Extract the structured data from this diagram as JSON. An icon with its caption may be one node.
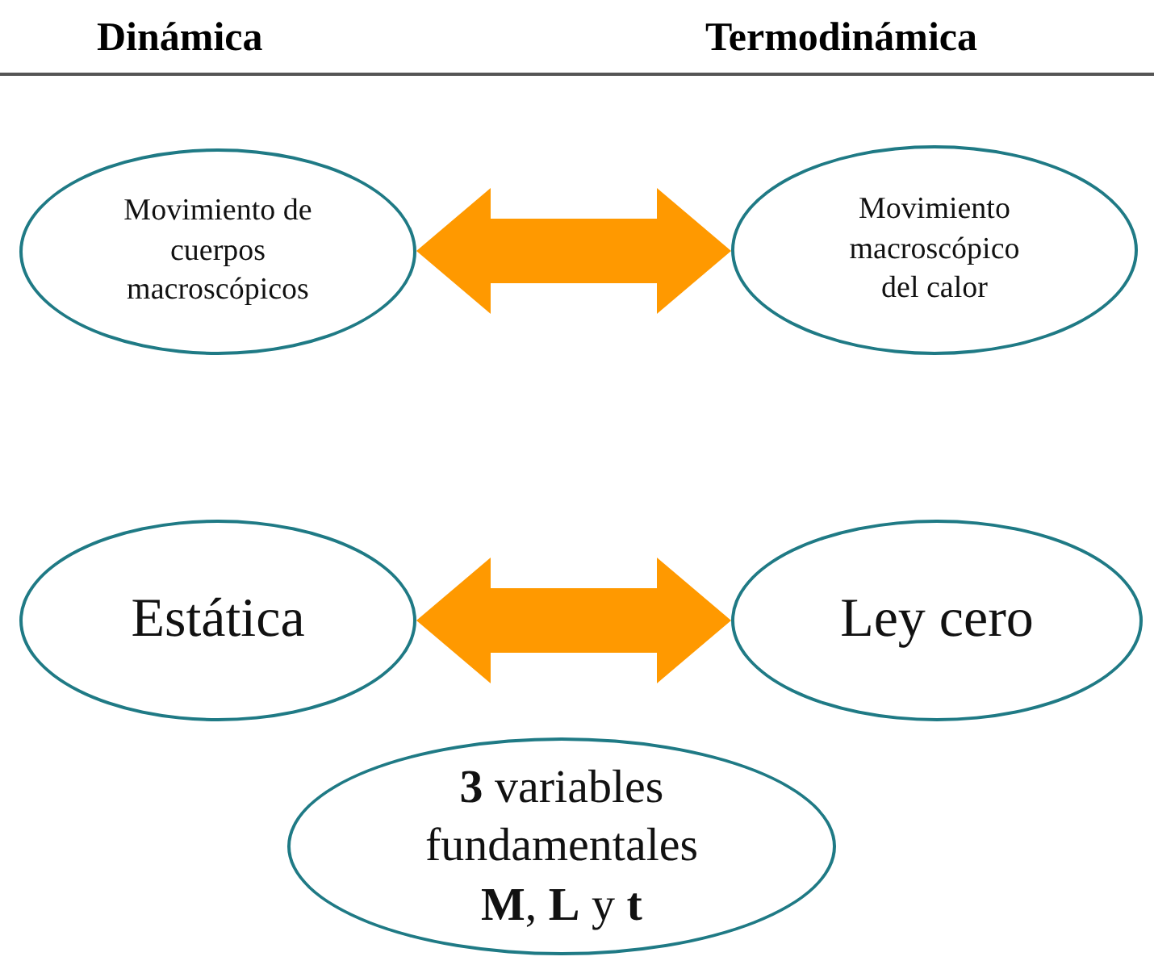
{
  "diagram": {
    "nodes": [
      {
        "text": [
          "Movimiento de cuerpos macroscópicos"
        ]
      },
      {
        "text": [
          "Movimiento macroscópico del calor"
        ]
      },
      {
        "text": [
          "Estática"
        ]
      },
      {
        "text": [
          "Ley cero"
        ]
      },
      {
        "text": [
          "**3** variables fundamentales **M**, **L** y **t**"
        ]
      }
    ],
    "edges": [
      {
        "from": 0,
        "to": 1,
        "arrow": "both"
      },
      {
        "from": 2,
        "to": 3,
        "arrow": "both"
      }
    ],
    "labels": [
      "Dinámica",
      "Termodinámica"
    ]
  }
}
